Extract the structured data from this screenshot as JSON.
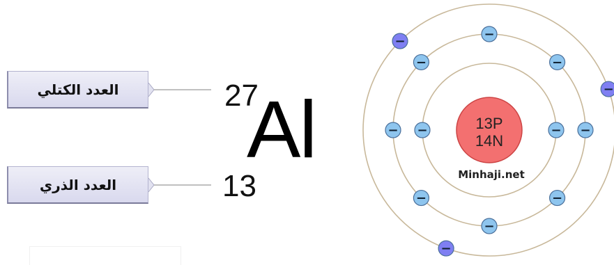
{
  "labels": {
    "mass_number_label": "العدد الكتلي",
    "atomic_number_label": "العدد الذري"
  },
  "element": {
    "symbol": "Al",
    "mass_number": "27",
    "atomic_number": "13"
  },
  "nucleus": {
    "protons": "13P",
    "neutrons": "14N"
  },
  "watermark": "Minhaji.net",
  "electron_sign": "−",
  "shells": [
    {
      "electrons": 2,
      "color": "#8ec5ee"
    },
    {
      "electrons": 8,
      "color": "#8ec5ee"
    },
    {
      "electrons": 3,
      "color": "#7f7ff2"
    }
  ],
  "colors": {
    "nucleus_fill": "#f37070",
    "shell_stroke": "#c8b89a",
    "inner_electron": "#8ec5ee",
    "outer_electron": "#7f7ff2"
  }
}
